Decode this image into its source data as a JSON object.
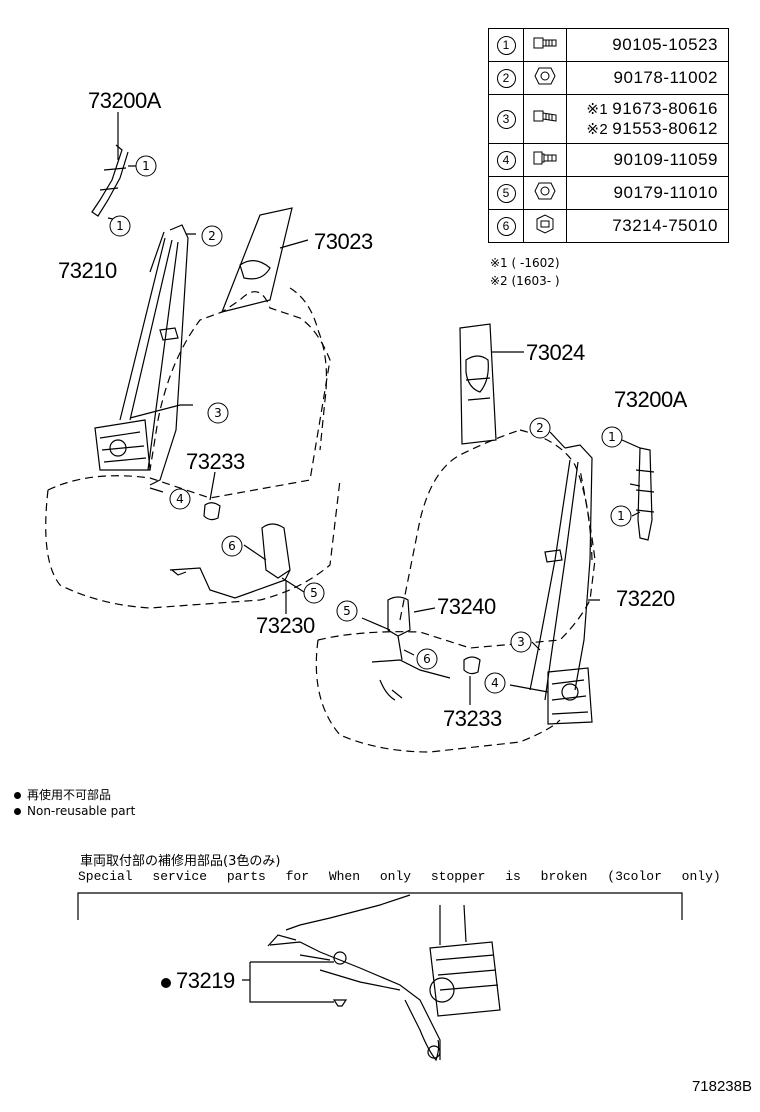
{
  "parts_table": [
    {
      "num": "1",
      "icon": "bolt-icon",
      "codes": [
        "90105-10523"
      ]
    },
    {
      "num": "2",
      "icon": "nut-icon",
      "codes": [
        "90178-11002"
      ]
    },
    {
      "num": "3",
      "icon": "bolt-icon",
      "codes": [
        "91673-80616",
        "91553-80612"
      ],
      "marks": [
        "※1",
        "※2"
      ]
    },
    {
      "num": "4",
      "icon": "flange-bolt-icon",
      "codes": [
        "90109-11059"
      ]
    },
    {
      "num": "5",
      "icon": "nut-icon",
      "codes": [
        "90179-11010"
      ]
    },
    {
      "num": "6",
      "icon": "clip-icon",
      "codes": [
        "73214-75010"
      ]
    }
  ],
  "notes": {
    "n1": "※1 (      -1602)",
    "n2": "※2 (1603-      )"
  },
  "part_labels": {
    "p73200A_left": "73200A",
    "p73210": "73210",
    "p73023": "73023",
    "p73233_left": "73233",
    "p73230": "73230",
    "p73024": "73024",
    "p73200A_right": "73200A",
    "p73220": "73220",
    "p73240": "73240",
    "p73233_right": "73233",
    "p73219": "73219"
  },
  "callouts": {
    "c1a": "1",
    "c1b": "1",
    "c2": "2",
    "c3": "3",
    "c4": "4",
    "c6": "6",
    "c5": "5",
    "r2": "2",
    "r1a": "1",
    "r1b": "1",
    "r3": "3",
    "r4": "4",
    "r5": "5",
    "r6": "6"
  },
  "legend": {
    "ja": "再使用不可部品",
    "en": "Non-reusable part"
  },
  "special": {
    "ja": "車両取付部の補修用部品(3色のみ)",
    "en": "Special service parts for When only stopper is broken (3color only)"
  },
  "drawing_id": "718238B"
}
